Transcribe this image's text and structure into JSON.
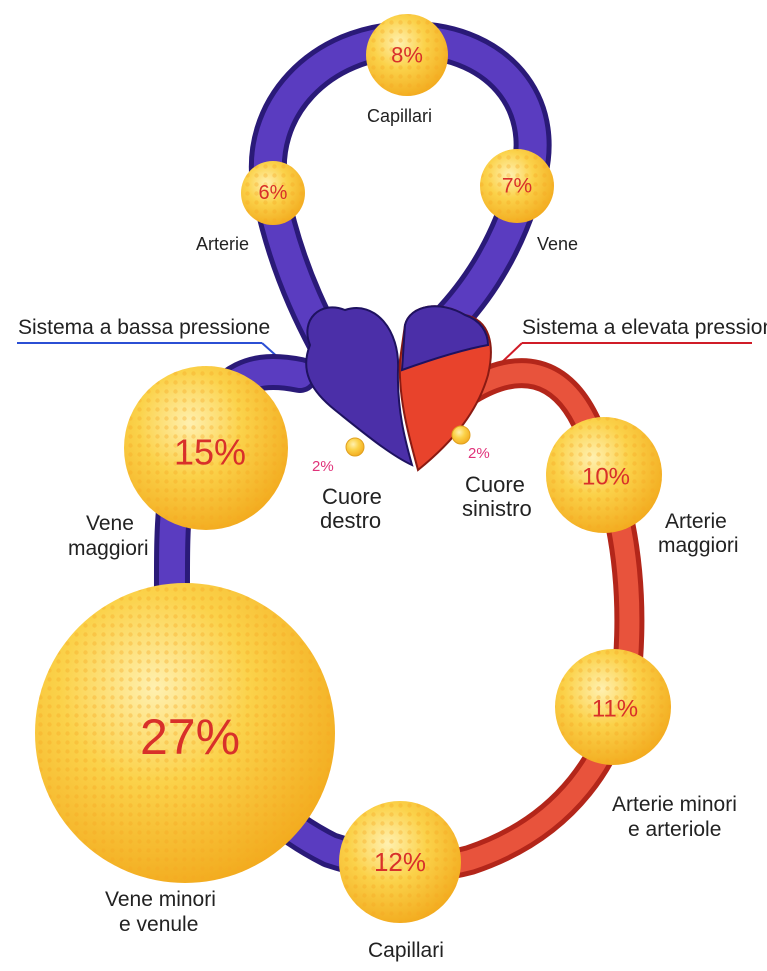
{
  "colors": {
    "venous": "#4b2fa8",
    "venous_dark": "#2a1a78",
    "arterial": "#e8432c",
    "arterial_dark": "#b3261a",
    "node": "#f7c531",
    "node_light": "#fde38a",
    "percent_text": "#d8302a",
    "small_percent": "#e0337a",
    "low_pressure_line": "#2b4fd4",
    "high_pressure_line": "#d01c28"
  },
  "header": {
    "low_pressure": "Sistema a bassa pressione",
    "high_pressure": "Sistema a elevata pressione"
  },
  "pulmonary": {
    "capillaries_pct": "8%",
    "capillaries_label": "Capillari",
    "arteries_pct": "6%",
    "arteries_label": "Arterie",
    "veins_pct": "7%",
    "veins_label": "Vene"
  },
  "heart": {
    "right_pct": "2%",
    "right_label_1": "Cuore",
    "right_label_2": "destro",
    "left_pct": "2%",
    "left_label_1": "Cuore",
    "left_label_2": "sinistro"
  },
  "systemic": {
    "major_veins_pct": "15%",
    "major_veins_label_1": "Vene",
    "major_veins_label_2": "maggiori",
    "minor_veins_pct": "27%",
    "minor_veins_label_1": "Vene minori",
    "minor_veins_label_2": "e venule",
    "capillaries_pct": "12%",
    "capillaries_label": "Capillari",
    "major_arteries_pct": "10%",
    "major_arteries_label_1": "Arterie",
    "major_arteries_label_2": "maggiori",
    "minor_arteries_pct": "11%",
    "minor_arteries_label_1": "Arterie minori",
    "minor_arteries_label_2": "e arteriole"
  }
}
